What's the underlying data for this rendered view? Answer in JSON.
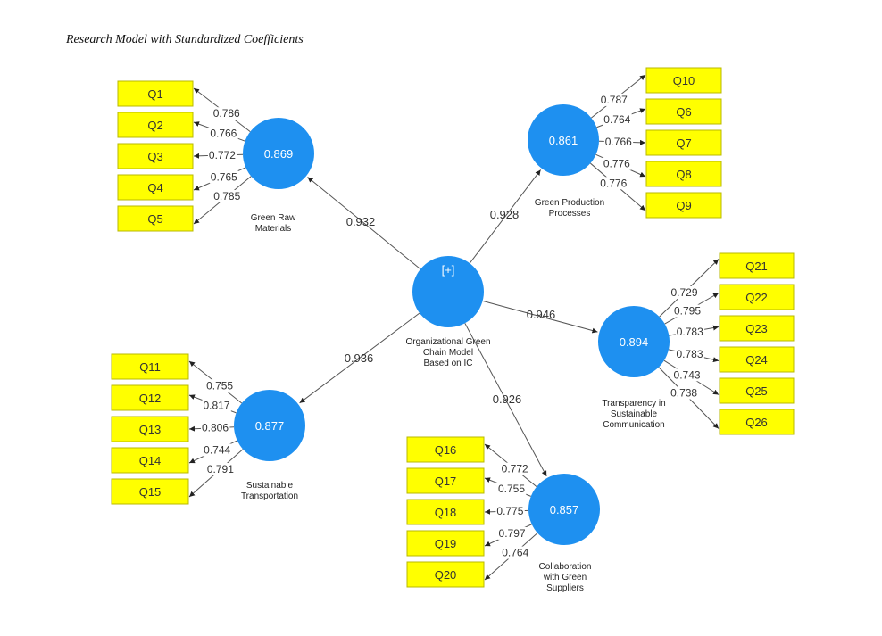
{
  "caption": "Research Model with Standardized Coefficients",
  "center": {
    "value": "[+]",
    "label": [
      "Organizational Green",
      "Chain Model",
      "Based on IC"
    ]
  },
  "constructs": [
    {
      "id": "grm",
      "value": "0.869",
      "label": [
        "Green Raw",
        "Materials"
      ],
      "path": "0.932",
      "indicators": [
        "Q1",
        "Q2",
        "Q3",
        "Q4",
        "Q5"
      ],
      "loadings": [
        "0.786",
        "0.766",
        "0.772",
        "0.765",
        "0.785"
      ]
    },
    {
      "id": "gpp",
      "value": "0.861",
      "label": [
        "Green Production",
        "Processes"
      ],
      "path": "0.928",
      "indicators": [
        "Q10",
        "Q6",
        "Q7",
        "Q8",
        "Q9"
      ],
      "loadings": [
        "0.787",
        "0.764",
        "0.766",
        "0.776",
        "0.776"
      ]
    },
    {
      "id": "tsc",
      "value": "0.894",
      "label": [
        "Transparency in",
        "Sustainable",
        "Communication"
      ],
      "path": "0.946",
      "indicators": [
        "Q21",
        "Q22",
        "Q23",
        "Q24",
        "Q25",
        "Q26"
      ],
      "loadings": [
        "0.729",
        "0.795",
        "0.783",
        "0.783",
        "0.743",
        "0.738"
      ]
    },
    {
      "id": "st",
      "value": "0.877",
      "label": [
        "Sustainable",
        "Transportation"
      ],
      "path": "0.936",
      "indicators": [
        "Q11",
        "Q12",
        "Q13",
        "Q14",
        "Q15"
      ],
      "loadings": [
        "0.755",
        "0.817",
        "0.806",
        "0.744",
        "0.791"
      ]
    },
    {
      "id": "cgs",
      "value": "0.857",
      "label": [
        "Collaboration",
        "with Green",
        "Suppliers"
      ],
      "path": "0.926",
      "indicators": [
        "Q16",
        "Q17",
        "Q18",
        "Q19",
        "Q20"
      ],
      "loadings": [
        "0.772",
        "0.755",
        "0.775",
        "0.797",
        "0.764"
      ]
    }
  ],
  "colors": {
    "latent": "#1e90f0",
    "indicator": "#ffff00",
    "edge": "#555555"
  }
}
